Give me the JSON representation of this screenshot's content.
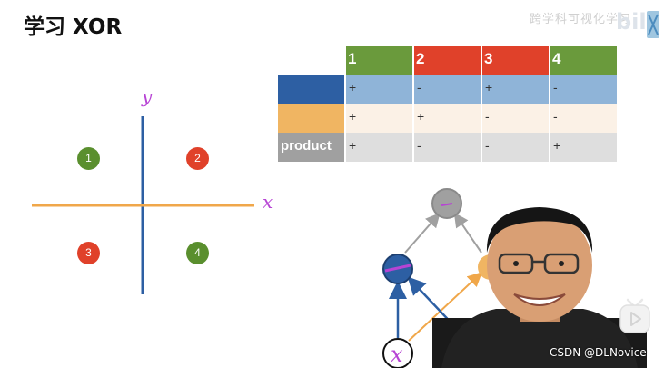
{
  "slide": {
    "title": "学习 XOR",
    "watermark_top": "跨学科可视化学习",
    "watermark_bottom": "CSDN @DLNovice"
  },
  "diagram": {
    "y_label": "y",
    "x_label": "x",
    "quadrants": [
      {
        "label": "1",
        "color": "#5a8f2e"
      },
      {
        "label": "2",
        "color": "#e0412a"
      },
      {
        "label": "3",
        "color": "#e0412a"
      },
      {
        "label": "4",
        "color": "#5a8f2e"
      }
    ],
    "vertical_axis_color": "#2d5fa3",
    "horizontal_axis_color": "#f0a74a"
  },
  "table": {
    "headers": [
      {
        "label": "1",
        "color": "#6a9a3c"
      },
      {
        "label": "2",
        "color": "#e0412a"
      },
      {
        "label": "3",
        "color": "#e0412a"
      },
      {
        "label": "4",
        "color": "#6a9a3c"
      }
    ],
    "rows": [
      {
        "key": "",
        "cells": [
          "+",
          "-",
          "+",
          "-"
        ]
      },
      {
        "key": "",
        "cells": [
          "+",
          "+",
          "-",
          "-"
        ]
      },
      {
        "key": "product",
        "cells": [
          "+",
          "-",
          "-",
          "+"
        ]
      }
    ]
  },
  "network": {
    "input_label": "x"
  }
}
